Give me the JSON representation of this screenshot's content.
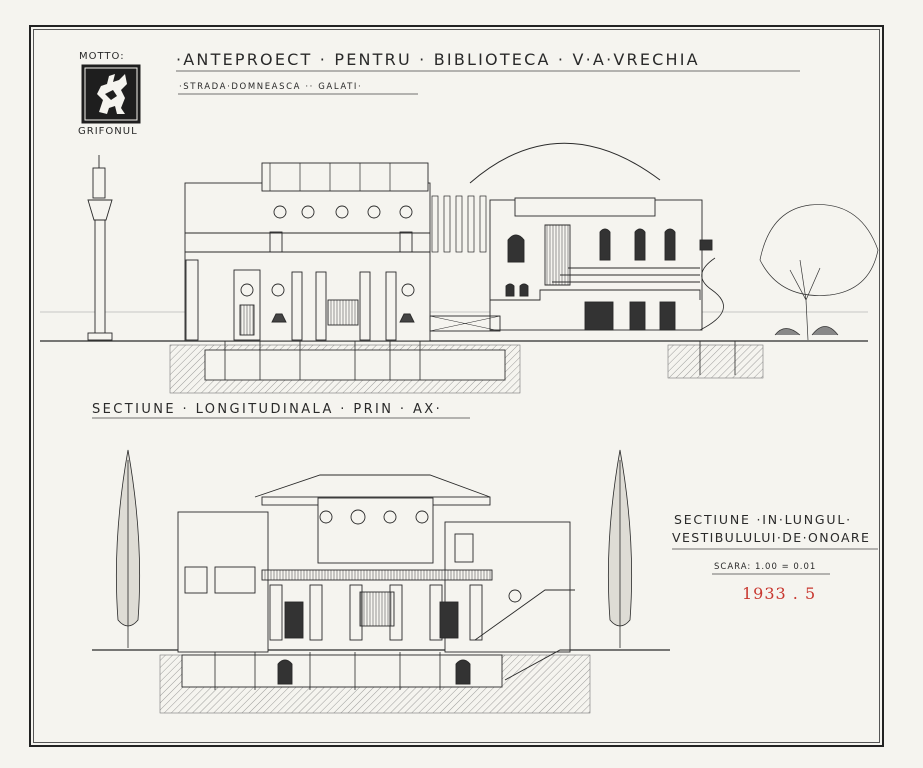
{
  "sheet": {
    "motto_label": "MOTTO:",
    "motto_name": "GRIFONUL",
    "title": "·ANTEPROECT · PENTRU · BIBLIOTECA · V·A·VRECHIA",
    "subtitle": "·STRADA·DOMNEASCA ·· GALATI·",
    "section_longitudinal": "SECTIUNE · LONGITUDINALA · PRIN · AX·",
    "section_transversal_line1": "SECTIUNE ·IN·LUNGUL·",
    "section_transversal_line2": "VESTIBULULUI·DE·ONOARE",
    "scale": "SCARA: 1.00 = 0.01",
    "date": "1933 . 5"
  },
  "colors": {
    "ink": "#2a2a2a",
    "paper": "#f5f4ef",
    "date_red": "#c8372f",
    "shade": "#8a8a86"
  },
  "icons": {
    "logo": "griffin-emblem-icon"
  }
}
